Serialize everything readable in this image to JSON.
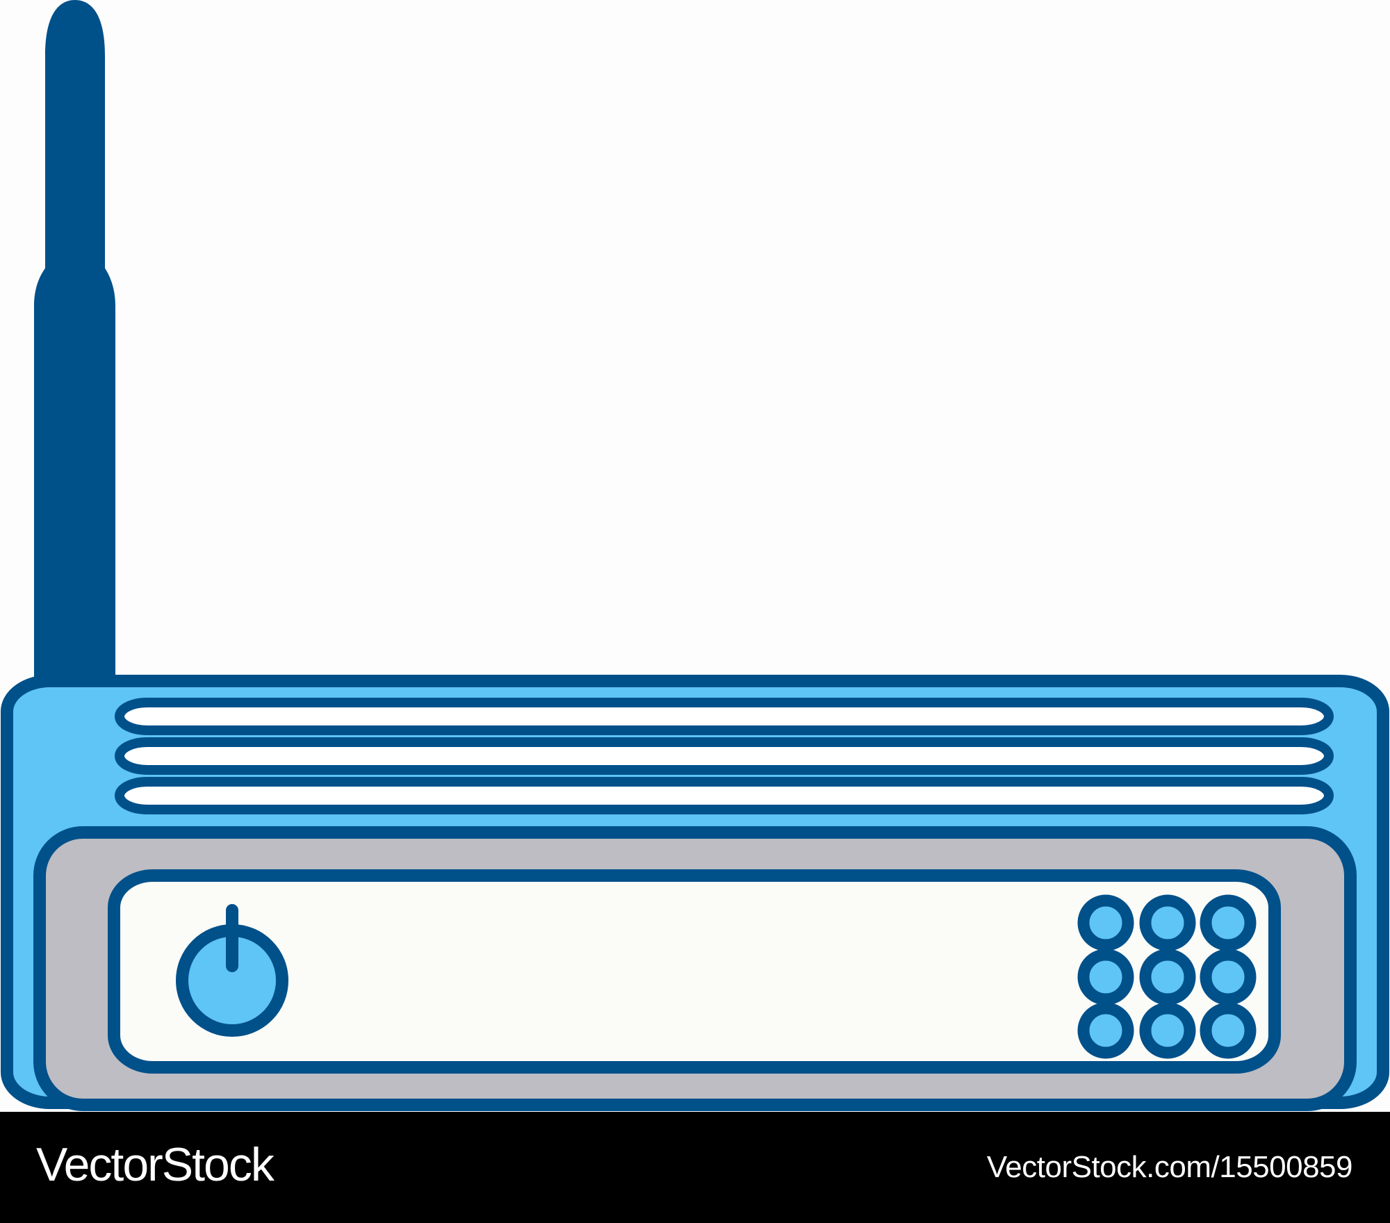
{
  "illustration": {
    "subject": "wireless-router",
    "icon_names": [
      "antenna-icon",
      "vent-slot-icon",
      "power-button-icon",
      "led-indicator-icon"
    ],
    "colors": {
      "background": "#fdfdfd",
      "outline": "#00508a",
      "body_fill": "#5fc4f6",
      "panel_gray": "#bdbdc3",
      "panel_white": "#fbfbf8",
      "vent_white": "#ffffff",
      "footer": "#000000",
      "footer_text": "#ffffff"
    }
  },
  "watermark": {
    "brand": "VectorStock",
    "url": "VectorStock.com/15500859"
  }
}
